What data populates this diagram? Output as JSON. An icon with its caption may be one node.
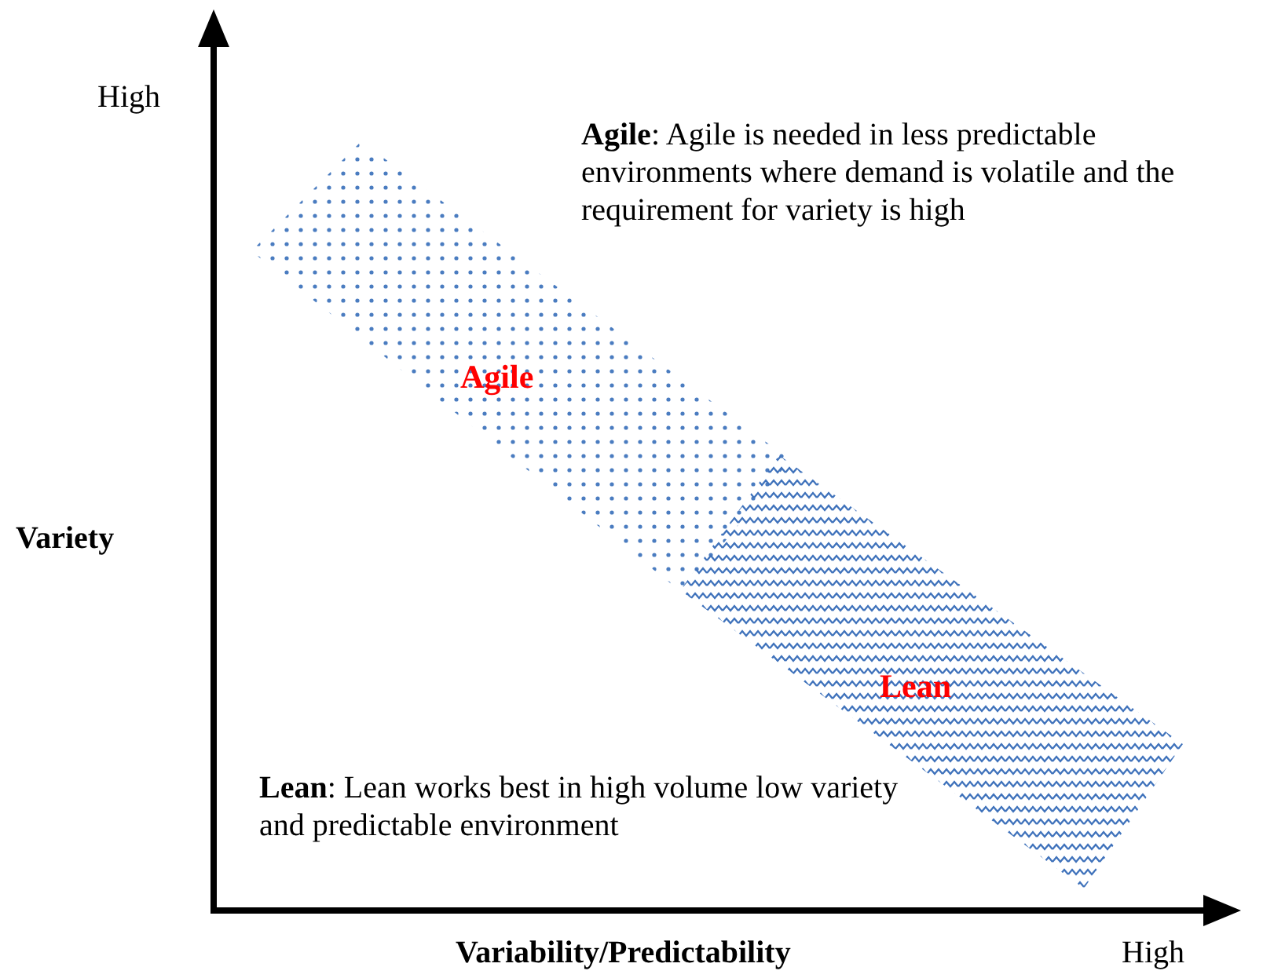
{
  "diagram": {
    "nodes": [
      {
        "text": [
          "Agile"
        ]
      },
      {
        "text": [
          "Lean"
        ]
      }
    ],
    "labels": [
      "High",
      "**Agile**: Agile is needed in less predictable environments where demand is volatile and the requirement for variety is high",
      "Variety",
      "**Lean**: Lean works best in high volume low variety and predictable environment",
      "Variability/Predictability",
      "High"
    ]
  }
}
